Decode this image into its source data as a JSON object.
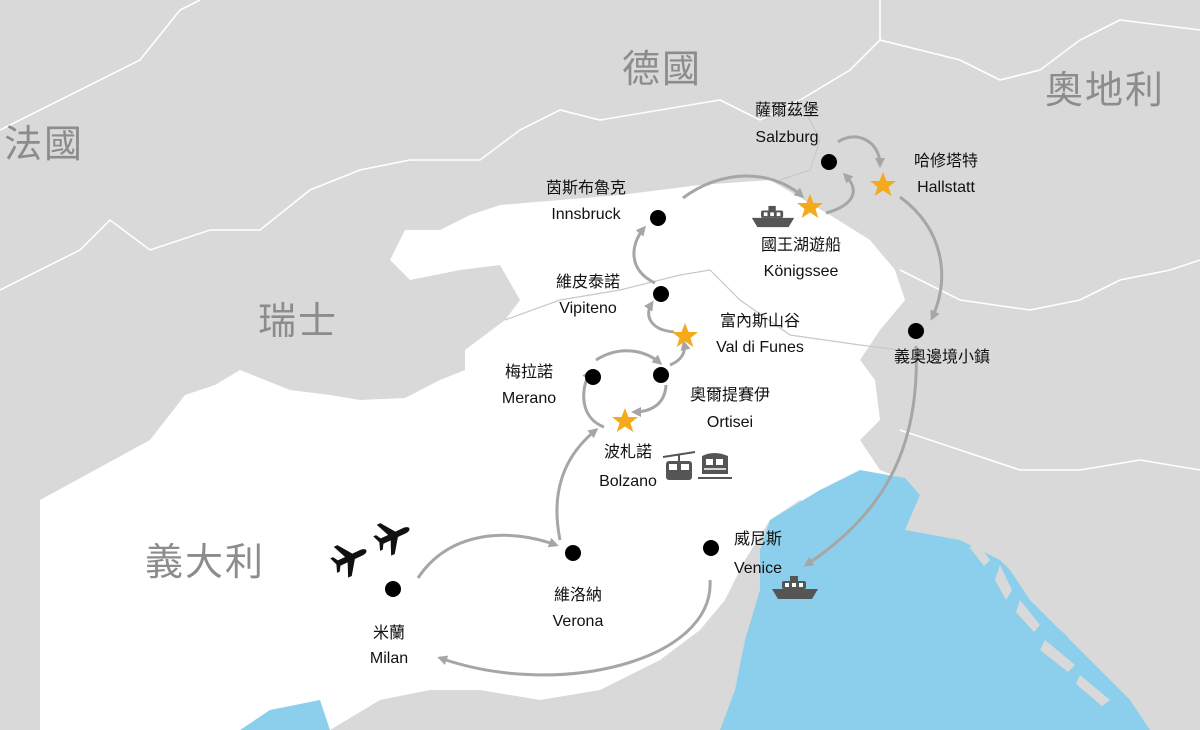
{
  "map": {
    "countries": [
      {
        "id": "germany",
        "name": "德國"
      },
      {
        "id": "austria",
        "name": "奧地利"
      },
      {
        "id": "france",
        "name": "法國"
      },
      {
        "id": "switzerland",
        "name": "瑞士"
      },
      {
        "id": "italy",
        "name": "義大利"
      }
    ],
    "places": [
      {
        "id": "salzburg",
        "zh": "薩爾茲堡",
        "en": "Salzburg",
        "marker": "dot"
      },
      {
        "id": "hallstatt",
        "zh": "哈修塔特",
        "en": "Hallstatt",
        "marker": "star"
      },
      {
        "id": "innsbruck",
        "zh": "茵斯布魯克",
        "en": "Innsbruck",
        "marker": "dot"
      },
      {
        "id": "konigssee",
        "zh": "國王湖遊船",
        "en": "Königssee",
        "marker": "star"
      },
      {
        "id": "vipiteno",
        "zh": "維皮泰諾",
        "en": "Vipiteno",
        "marker": "dot"
      },
      {
        "id": "val-di-funes",
        "zh": "富內斯山谷",
        "en": "Val di Funes",
        "marker": "star"
      },
      {
        "id": "border-town",
        "zh": "義奧邊境小鎮",
        "en": "",
        "marker": "dot"
      },
      {
        "id": "merano",
        "zh": "梅拉諾",
        "en": "Merano",
        "marker": "dot"
      },
      {
        "id": "ortisei",
        "zh": "奧爾提賽伊",
        "en": "Ortisei",
        "marker": "dot"
      },
      {
        "id": "bolzano",
        "zh": "波札諾",
        "en": "Bolzano",
        "marker": "star"
      },
      {
        "id": "venice",
        "zh": "威尼斯",
        "en": "Venice",
        "marker": "dot"
      },
      {
        "id": "verona",
        "zh": "維洛納",
        "en": "Verona",
        "marker": "dot"
      },
      {
        "id": "milan",
        "zh": "米蘭",
        "en": "Milan",
        "marker": "dot"
      }
    ],
    "icons": [
      "airplane-icon",
      "airplane-icon",
      "boat-icon",
      "boat-icon",
      "cable-car-icon",
      "train-icon"
    ],
    "colors": {
      "land_other": "#d9d9d9",
      "land_italy": "#ffffff",
      "sea": "#8ccfec",
      "route": "#a6a6a6",
      "star": "#f5a91c",
      "dot": "#000000",
      "country_label": "#8c8c8c"
    }
  }
}
